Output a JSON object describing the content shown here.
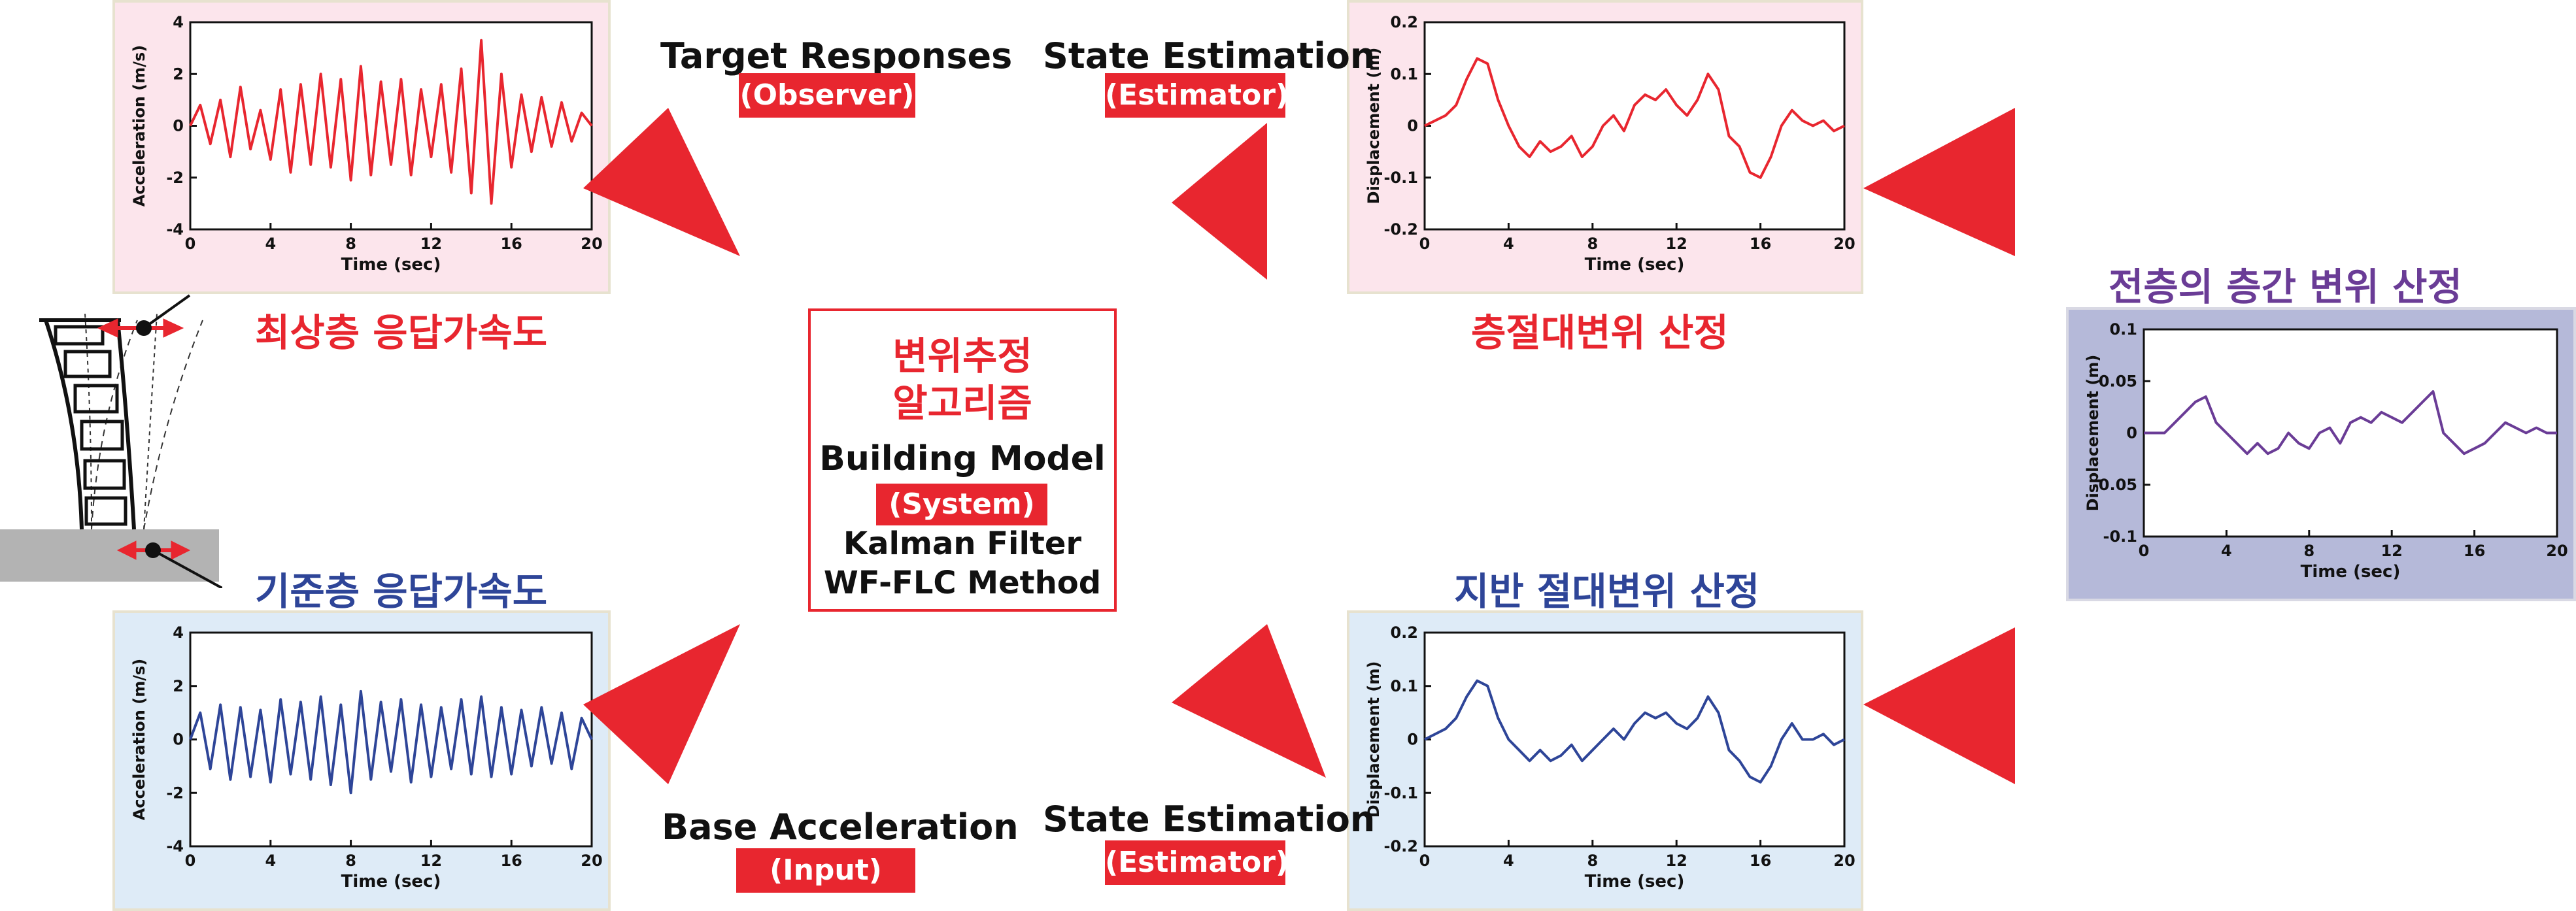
{
  "panels": {
    "top_left": {
      "heading": "최상층 응답가속도",
      "ylabel": "Acceleration (m/s)",
      "xlabel": "Time (sec)",
      "xticks": [
        "0",
        "4",
        "8",
        "12",
        "16",
        "20"
      ],
      "yticks": [
        "4",
        "2",
        "0",
        "-2",
        "-4"
      ],
      "line_color": "#e8262f"
    },
    "bottom_left": {
      "heading": "기준층 응답가속도",
      "ylabel": "Acceleration (m/s)",
      "xlabel": "Time (sec)",
      "xticks": [
        "0",
        "4",
        "8",
        "12",
        "16",
        "20"
      ],
      "yticks": [
        "4",
        "2",
        "0",
        "-2",
        "-4"
      ],
      "line_color": "#2e4598"
    },
    "top_middle": {
      "heading": "층절대변위 산정",
      "ylabel": "Displacement (m)",
      "xlabel": "Time (sec)",
      "xticks": [
        "0",
        "4",
        "8",
        "12",
        "16",
        "20"
      ],
      "yticks": [
        "0.2",
        "0.1",
        "0",
        "-0.1",
        "-0.2"
      ],
      "line_color": "#e8262f"
    },
    "bottom_middle": {
      "heading": "지반 절대변위 산정",
      "ylabel": "Displacement (m)",
      "xlabel": "Time (sec)",
      "xticks": [
        "0",
        "4",
        "8",
        "12",
        "16",
        "20"
      ],
      "yticks": [
        "0.2",
        "0.1",
        "0",
        "-0.1",
        "-0.2"
      ],
      "line_color": "#2e4598"
    },
    "right": {
      "heading": "전층의 층간 변위 산정",
      "ylabel": "Displacement (m)",
      "xlabel": "Time (sec)",
      "xticks": [
        "0",
        "4",
        "8",
        "12",
        "16",
        "20"
      ],
      "yticks": [
        "0.1",
        "0.05",
        "0",
        "-0.05",
        "-0.1"
      ],
      "line_color": "#6a3c96"
    }
  },
  "labels": {
    "target_responses": "Target Responses",
    "observer": "(Observer)",
    "state_estimation_top": "State Estimation",
    "estimator_top": "(Estimator)",
    "base_acceleration": "Base Acceleration",
    "input": "(Input)",
    "state_estimation_bottom": "State Estimation",
    "estimator_bottom": "(Estimator)"
  },
  "center": {
    "korean_line1": "변위추정",
    "korean_line2": "알고리즘",
    "building_model": "Building Model",
    "system": "(System)",
    "kalman": "Kalman Filter",
    "wfflc": "WF-FLC Method"
  },
  "colors": {
    "accent_red": "#e8262f",
    "accent_blue": "#2e4598",
    "accent_purple": "#6a3c96",
    "pink_bg": "#fce5ec",
    "blue_bg": "#deebf7",
    "purple_bg": "#b5b9d9"
  },
  "chart_data": [
    {
      "id": "top_left",
      "type": "line",
      "title": "최상층 응답가속도",
      "xlabel": "Time (sec)",
      "ylabel": "Acceleration (m/s)",
      "xlim": [
        0,
        20
      ],
      "ylim": [
        -4,
        4
      ],
      "x": [
        0,
        0.5,
        1,
        1.5,
        2,
        2.5,
        3,
        3.5,
        4,
        4.5,
        5,
        5.5,
        6,
        6.5,
        7,
        7.5,
        8,
        8.5,
        9,
        9.5,
        10,
        10.5,
        11,
        11.5,
        12,
        12.5,
        13,
        13.5,
        14,
        14.5,
        15,
        15.5,
        16,
        16.5,
        17,
        17.5,
        18,
        18.5,
        19,
        19.5,
        20
      ],
      "y": [
        0,
        0.8,
        -0.7,
        1.0,
        -1.2,
        1.5,
        -0.9,
        0.6,
        -1.3,
        1.4,
        -1.8,
        1.6,
        -1.5,
        2.0,
        -1.6,
        1.8,
        -2.1,
        2.3,
        -1.9,
        1.7,
        -1.5,
        1.8,
        -1.9,
        1.4,
        -1.2,
        1.6,
        -1.8,
        2.2,
        -2.6,
        3.3,
        -3.0,
        2.0,
        -1.6,
        1.2,
        -1.0,
        1.1,
        -0.8,
        0.9,
        -0.6,
        0.5,
        0
      ]
    },
    {
      "id": "bottom_left",
      "type": "line",
      "title": "기준층 응답가속도",
      "xlabel": "Time (sec)",
      "ylabel": "Acceleration (m/s)",
      "xlim": [
        0,
        20
      ],
      "ylim": [
        -4,
        4
      ],
      "x": [
        0,
        0.5,
        1,
        1.5,
        2,
        2.5,
        3,
        3.5,
        4,
        4.5,
        5,
        5.5,
        6,
        6.5,
        7,
        7.5,
        8,
        8.5,
        9,
        9.5,
        10,
        10.5,
        11,
        11.5,
        12,
        12.5,
        13,
        13.5,
        14,
        14.5,
        15,
        15.5,
        16,
        16.5,
        17,
        17.5,
        18,
        18.5,
        19,
        19.5,
        20
      ],
      "y": [
        0,
        1.0,
        -1.1,
        1.3,
        -1.5,
        1.2,
        -1.4,
        1.1,
        -1.6,
        1.5,
        -1.3,
        1.4,
        -1.5,
        1.6,
        -1.7,
        1.3,
        -2.0,
        1.8,
        -1.5,
        1.4,
        -1.2,
        1.5,
        -1.6,
        1.3,
        -1.4,
        1.2,
        -1.1,
        1.5,
        -1.3,
        1.6,
        -1.4,
        1.2,
        -1.3,
        1.1,
        -1.0,
        1.2,
        -0.9,
        1.0,
        -1.1,
        0.8,
        0
      ]
    },
    {
      "id": "top_middle",
      "type": "line",
      "title": "층절대변위 산정",
      "xlabel": "Time (sec)",
      "ylabel": "Displacement (m)",
      "xlim": [
        0,
        20
      ],
      "ylim": [
        -0.2,
        0.2
      ],
      "x": [
        0,
        1,
        1.5,
        2,
        2.5,
        3,
        3.5,
        4,
        4.5,
        5,
        5.5,
        6,
        6.5,
        7,
        7.5,
        8,
        8.5,
        9,
        9.5,
        10,
        10.5,
        11,
        11.5,
        12,
        12.5,
        13,
        13.5,
        14,
        14.5,
        15,
        15.5,
        16,
        16.5,
        17,
        17.5,
        18,
        18.5,
        19,
        19.5,
        20
      ],
      "y": [
        0,
        0.02,
        0.04,
        0.09,
        0.13,
        0.12,
        0.05,
        0.0,
        -0.04,
        -0.06,
        -0.03,
        -0.05,
        -0.04,
        -0.02,
        -0.06,
        -0.04,
        0.0,
        0.02,
        -0.01,
        0.04,
        0.06,
        0.05,
        0.07,
        0.04,
        0.02,
        0.05,
        0.1,
        0.07,
        -0.02,
        -0.04,
        -0.09,
        -0.1,
        -0.06,
        0.0,
        0.03,
        0.01,
        0.0,
        0.01,
        -0.01,
        0.0
      ]
    },
    {
      "id": "bottom_middle",
      "type": "line",
      "title": "지반 절대변위 산정",
      "xlabel": "Time (sec)",
      "ylabel": "Displacement (m)",
      "xlim": [
        0,
        20
      ],
      "ylim": [
        -0.2,
        0.2
      ],
      "x": [
        0,
        1,
        1.5,
        2,
        2.5,
        3,
        3.5,
        4,
        4.5,
        5,
        5.5,
        6,
        6.5,
        7,
        7.5,
        8,
        8.5,
        9,
        9.5,
        10,
        10.5,
        11,
        11.5,
        12,
        12.5,
        13,
        13.5,
        14,
        14.5,
        15,
        15.5,
        16,
        16.5,
        17,
        17.5,
        18,
        18.5,
        19,
        19.5,
        20
      ],
      "y": [
        0,
        0.02,
        0.04,
        0.08,
        0.11,
        0.1,
        0.04,
        0.0,
        -0.02,
        -0.04,
        -0.02,
        -0.04,
        -0.03,
        -0.01,
        -0.04,
        -0.02,
        0.0,
        0.02,
        0.0,
        0.03,
        0.05,
        0.04,
        0.05,
        0.03,
        0.02,
        0.04,
        0.08,
        0.05,
        -0.02,
        -0.04,
        -0.07,
        -0.08,
        -0.05,
        0.0,
        0.03,
        0.0,
        0.0,
        0.01,
        -0.01,
        0.0
      ]
    },
    {
      "id": "right",
      "type": "line",
      "title": "전층의 층간 변위 산정",
      "xlabel": "Time (sec)",
      "ylabel": "Displacement (m)",
      "xlim": [
        0,
        20
      ],
      "ylim": [
        -0.1,
        0.1
      ],
      "x": [
        0,
        1,
        1.5,
        2,
        2.5,
        3,
        3.5,
        4,
        4.5,
        5,
        5.5,
        6,
        6.5,
        7,
        7.5,
        8,
        8.5,
        9,
        9.5,
        10,
        10.5,
        11,
        11.5,
        12,
        12.5,
        13,
        13.5,
        14,
        14.5,
        15,
        15.5,
        16,
        16.5,
        17,
        17.5,
        18,
        18.5,
        19,
        19.5,
        20
      ],
      "y": [
        0,
        0.0,
        0.01,
        0.02,
        0.03,
        0.035,
        0.01,
        0.0,
        -0.01,
        -0.02,
        -0.01,
        -0.02,
        -0.015,
        0.0,
        -0.01,
        -0.015,
        0.0,
        0.005,
        -0.01,
        0.01,
        0.015,
        0.01,
        0.02,
        0.015,
        0.01,
        0.02,
        0.03,
        0.04,
        0.0,
        -0.01,
        -0.02,
        -0.015,
        -0.01,
        0.0,
        0.01,
        0.005,
        0.0,
        0.005,
        0.0,
        0.0
      ]
    }
  ]
}
